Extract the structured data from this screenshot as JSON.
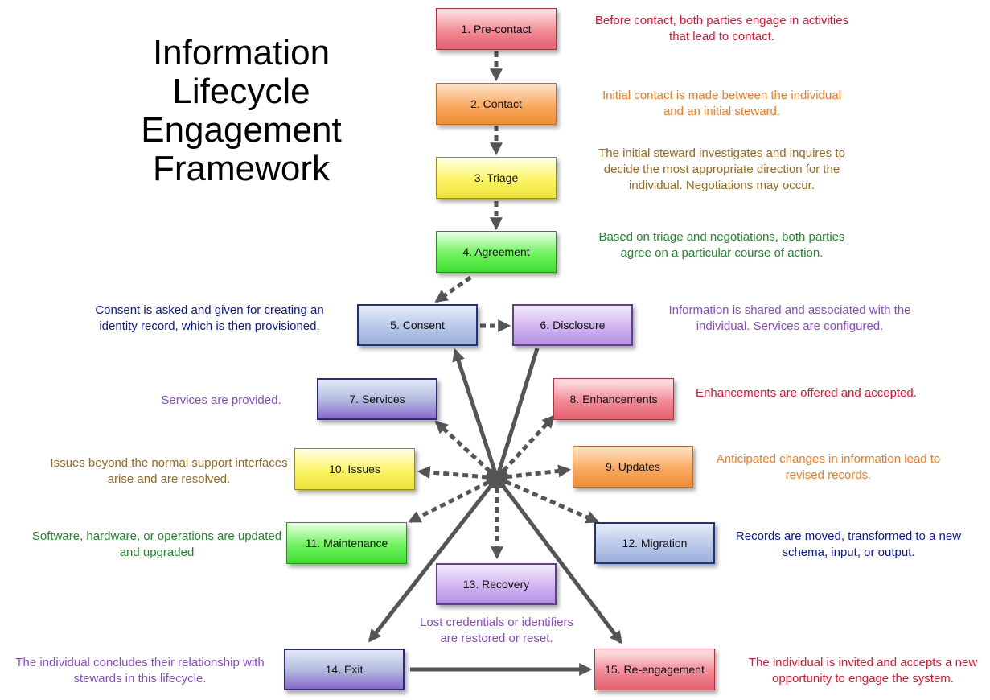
{
  "title_lines": [
    "Information",
    "Lifecycle",
    "Engagement",
    "Framework"
  ],
  "stages": {
    "s1": {
      "label": "1. Pre-contact",
      "desc": "Before contact, both parties engage in activities that lead to contact."
    },
    "s2": {
      "label": "2. Contact",
      "desc": "Initial contact is made between the individual and an initial steward."
    },
    "s3": {
      "label": "3. Triage",
      "desc": "The initial steward investigates and inquires to decide the most appropriate direction for the individual. Negotiations may occur."
    },
    "s4": {
      "label": "4. Agreement",
      "desc": "Based on triage and negotiations, both parties agree on a particular course of action."
    },
    "s5": {
      "label": "5. Consent",
      "desc": "Consent is asked and given for creating an identity record, which is then provisioned."
    },
    "s6": {
      "label": "6. Disclosure",
      "desc": "Information is shared and associated with the individual. Services are configured."
    },
    "s7": {
      "label": "7. Services",
      "desc": "Services are provided."
    },
    "s8": {
      "label": "8. Enhancements",
      "desc": "Enhancements are offered and accepted."
    },
    "s9": {
      "label": "9. Updates",
      "desc": "Anticipated changes in information lead to revised records."
    },
    "s10": {
      "label": "10. Issues",
      "desc": "Issues beyond the normal support interfaces arise and are resolved."
    },
    "s11": {
      "label": "11. Maintenance",
      "desc": "Software, hardware, or operations are updated and upgraded"
    },
    "s12": {
      "label": "12. Migration",
      "desc": "Records are moved, transformed to a new schema, input, or output."
    },
    "s13": {
      "label": "13. Recovery",
      "desc": "Lost credentials or identifiers are restored or reset."
    },
    "s14": {
      "label": "14. Exit",
      "desc": "The individual concludes their relationship with stewards in this lifecycle."
    },
    "s15": {
      "label": "15. Re-engagement",
      "desc": "The individual is invited and accepts a new opportunity to engage the system."
    }
  },
  "colors": {
    "red": "#e8112c",
    "orange": "#f27b22",
    "brown": "#9b6a20",
    "green": "#21872b",
    "navy": "#0b18a3",
    "purple": "#8a4ad0",
    "arrow": "#555555"
  }
}
